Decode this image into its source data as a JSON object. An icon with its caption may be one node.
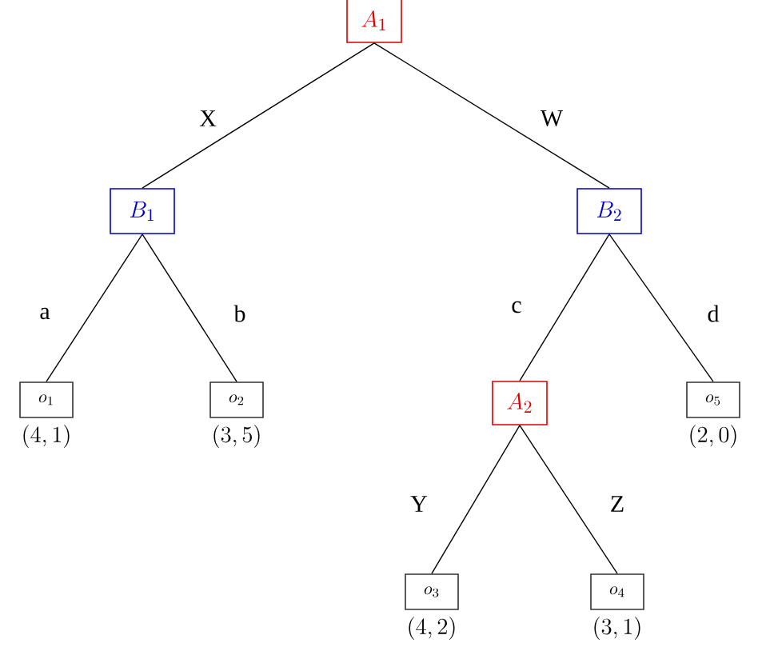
{
  "diagram": {
    "nodes": [
      {
        "text": [
          "A_1"
        ]
      },
      {
        "text": [
          "B_1"
        ]
      },
      {
        "text": [
          "B_2"
        ]
      },
      {
        "text": [
          "o_1"
        ],
        "beside": [
          "(4,1)"
        ]
      },
      {
        "text": [
          "o_2"
        ],
        "beside": [
          "(3,5)"
        ]
      },
      {
        "text": [
          "A_2"
        ]
      },
      {
        "text": [
          "o_5"
        ],
        "beside": [
          "(2,0)"
        ]
      },
      {
        "text": [
          "o_3"
        ],
        "beside": [
          "(4,2)"
        ]
      },
      {
        "text": [
          "o_4"
        ],
        "beside": [
          "(3,1)"
        ]
      }
    ],
    "edges": [
      {
        "from": 0,
        "to": 1,
        "arrow": "none",
        "label": "X"
      },
      {
        "from": 0,
        "to": 2,
        "arrow": "none",
        "label": "W"
      },
      {
        "from": 1,
        "to": 3,
        "arrow": "none",
        "label": "a"
      },
      {
        "from": 1,
        "to": 4,
        "arrow": "none",
        "label": "b"
      },
      {
        "from": 2,
        "to": 5,
        "arrow": "none",
        "label": "c"
      },
      {
        "from": 2,
        "to": 6,
        "arrow": "none",
        "label": "d"
      },
      {
        "from": 5,
        "to": 7,
        "arrow": "none",
        "label": "Y"
      },
      {
        "from": 5,
        "to": 8,
        "arrow": "none",
        "label": "Z"
      }
    ]
  }
}
